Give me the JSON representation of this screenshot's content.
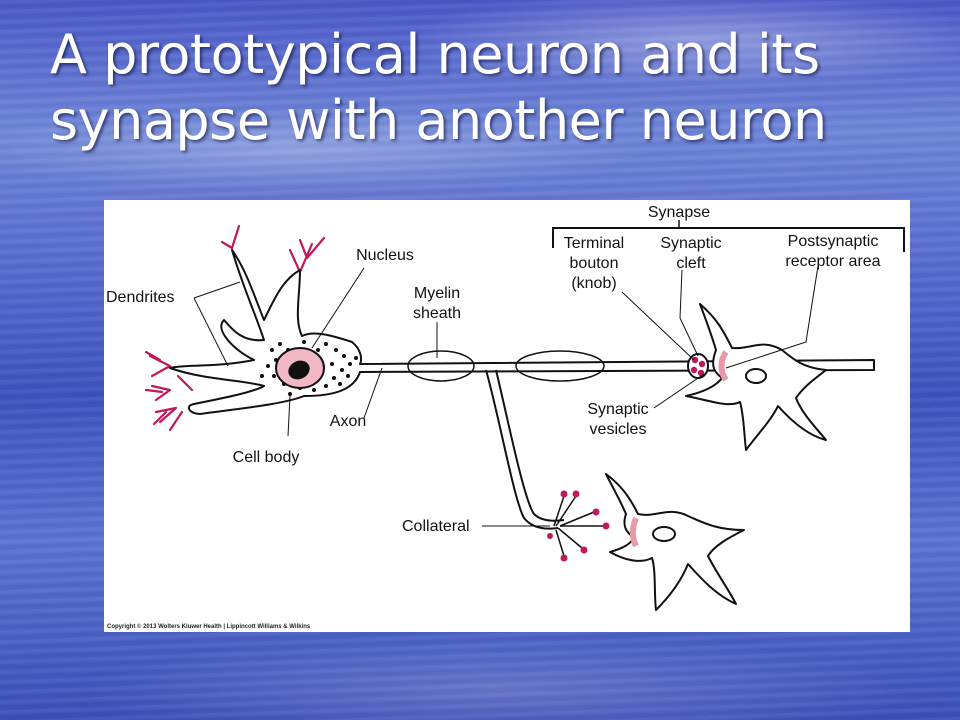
{
  "slide": {
    "title_line1": "A prototypical neuron and its",
    "title_line2": "synapse with another neuron"
  },
  "figure": {
    "labels": {
      "synapse": "Synapse",
      "terminal_bouton_1": "Terminal",
      "terminal_bouton_2": "bouton",
      "terminal_bouton_3": "(knob)",
      "synaptic_cleft_1": "Synaptic",
      "synaptic_cleft_2": "cleft",
      "postsynaptic_1": "Postsynaptic",
      "postsynaptic_2": "receptor area",
      "nucleus": "Nucleus",
      "dendrites": "Dendrites",
      "myelin_1": "Myelin",
      "myelin_2": "sheath",
      "axon": "Axon",
      "cell_body": "Cell body",
      "synaptic_vesicles_1": "Synaptic",
      "synaptic_vesicles_2": "vesicles",
      "collateral": "Collateral"
    },
    "copyright": "Copyright © 2013 Wolters Kluwer Health | Lippincott Williams & Wilkins",
    "colors": {
      "dendrite_tips": "#c0185a",
      "nucleus_ring": "#f2b8c4",
      "receptor": "#e89aa8",
      "vesicles": "#c0185a"
    }
  }
}
